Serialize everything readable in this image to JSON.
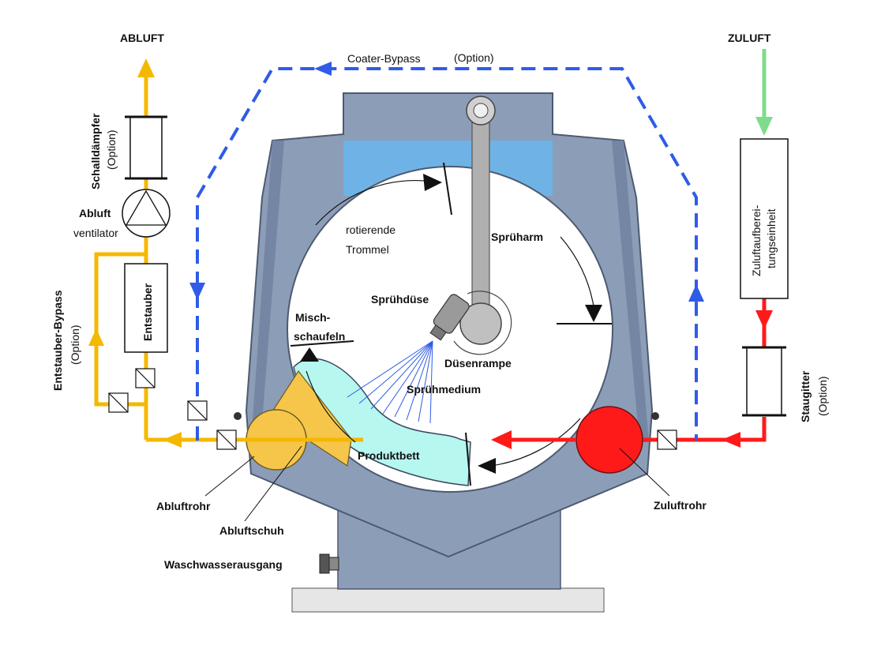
{
  "labels": {
    "abluft": "ABLUFT",
    "zuluft": "ZULUFT",
    "coater_bypass": "Coater-Bypass",
    "coater_bypass_option": "(Option)",
    "schalldaempfer": "Schalldämpfer",
    "schalldaempfer_option": "(Option)",
    "abluft_ventilator_1": "Abluft",
    "abluft_ventilator_2": "ventilator",
    "entstauber": "Entstauber",
    "entstauber_bypass": "Entstauber-Bypass",
    "entstauber_bypass_option": "(Option)",
    "zuluftaufbereitung_1": "Zuluftaufberei-",
    "zuluftaufbereitung_2": "tungseinheit",
    "staugitter": "Staugitter",
    "staugitter_option": "(Option)",
    "rotierende": "rotierende",
    "trommel": "Trommel",
    "spruearm": "Sprüharm",
    "spruehduese": "Sprühdüse",
    "misch": "Misch-",
    "schaufeln": "schaufeln",
    "duesenrampe": "Düsenrampe",
    "spruehmedium": "Sprühmedium",
    "produktbett": "Produktbett",
    "abluftrohr": "Abluftrohr",
    "abluftschuh": "Abluftschuh",
    "zuluftrohr": "Zuluftrohr",
    "waschwasser": "Waschwasserausgang"
  },
  "colors": {
    "exhaust": "#f5b800",
    "supply": "#ff1a1a",
    "fresh_air": "#7fdc8c",
    "bypass": "#2f5be6",
    "housing": "#8c9db8",
    "housing_dark": "#6f7f99",
    "hood": "#6fb3e6",
    "product_bed": "#b6f7f0",
    "exhaust_shoe": "#f6c64a",
    "arm": "#b0b0b0"
  }
}
